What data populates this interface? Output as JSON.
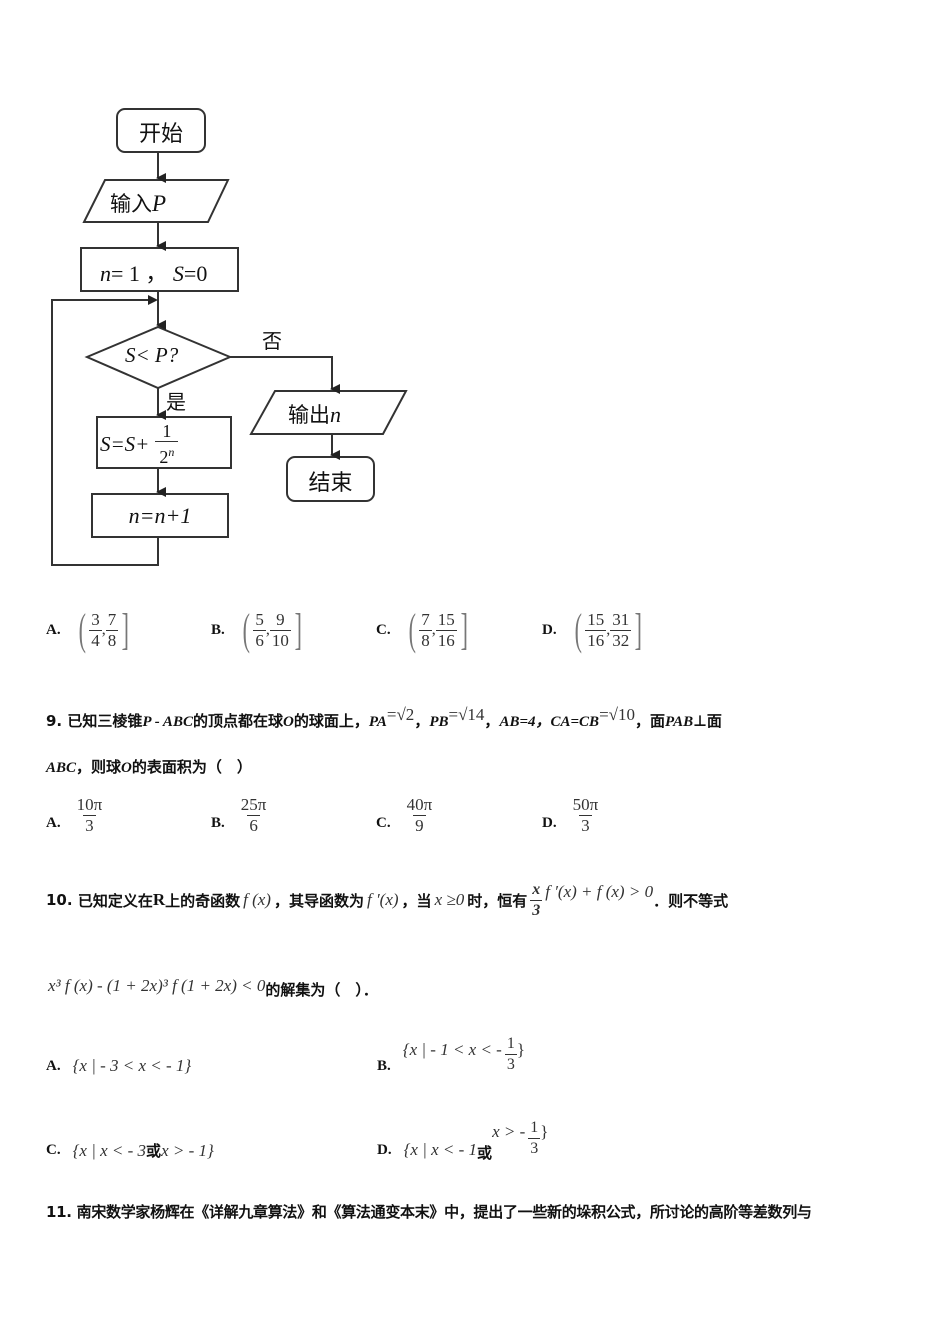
{
  "flowchart": {
    "start": "开始",
    "input": "输入",
    "input_var": "P",
    "init": "n= 1 ， S=0",
    "init_n": "n",
    "init_eq1": "= 1 ，",
    "init_s": "S",
    "init_eq2": "=0",
    "condition_s": "S<",
    "condition_p": "P?",
    "yes_label": "是",
    "no_label": "否",
    "update_s_lhs": "S=S+",
    "update_s_num": "1",
    "update_s_den": "2",
    "update_s_exp": "n",
    "update_n": "n=n+1",
    "output": "输出",
    "output_var": "n",
    "end": "结束"
  },
  "q8_options": [
    {
      "label": "A.",
      "left": {
        "num": "3",
        "den": "4"
      },
      "right": {
        "num": "7",
        "den": "8"
      }
    },
    {
      "label": "B.",
      "left": {
        "num": "5",
        "den": "6"
      },
      "right": {
        "num": "9",
        "den": "10"
      }
    },
    {
      "label": "C.",
      "left": {
        "num": "7",
        "den": "8"
      },
      "right": {
        "num": "15",
        "den": "16"
      }
    },
    {
      "label": "D.",
      "left": {
        "num": "15",
        "den": "16"
      },
      "right": {
        "num": "31",
        "den": "32"
      }
    }
  ],
  "q9": {
    "number": "9.",
    "text1": "已知三棱锥",
    "pabc": "P - ABC",
    "text2": "的顶点都在球",
    "o": "O",
    "text3": "的球面上，",
    "pa": "PA",
    "pa_val": "=√2",
    "sep1": "，",
    "pb": "PB",
    "pb_val": "=√14",
    "sep2": "，",
    "ab": "AB=4，",
    "cacb": "CA=CB",
    "cacb_val": "=√10",
    "sep3": "，",
    "text4": "面",
    "pab": "PAB",
    "perp": "⊥",
    "text5": "面",
    "line2_abc": "ABC",
    "line2_text": "，则球",
    "line2_o": "O",
    "line2_tail": "的表面积为（　）",
    "options": [
      {
        "label": "A.",
        "num": "10π",
        "den": "3"
      },
      {
        "label": "B.",
        "num": "25π",
        "den": "6"
      },
      {
        "label": "C.",
        "num": "40π",
        "den": "9"
      },
      {
        "label": "D.",
        "num": "50π",
        "den": "3"
      }
    ]
  },
  "q10": {
    "number": "10.",
    "text1": "已知定义在",
    "r": "R",
    "text2": "上的奇函数",
    "fx": "f (x)",
    "text3": "，其导函数为",
    "fpx": "f ′(x)",
    "text4": "，当",
    "cond": "x ≥0",
    "text5": "时，恒有",
    "frac_num": "x",
    "frac_den": "3",
    "expr": "f ′(x) + f (x) > 0",
    "text6": "．则不等式",
    "ineq": "x³ f (x) - (1 + 2x)³ f (1 + 2x) < 0",
    "ineq_tail": "的解集为（　）．",
    "options": [
      {
        "label": "A.",
        "text": "{x | - 3 < x < - 1}"
      },
      {
        "label": "B.",
        "text": "{x | - 1 < x < -",
        "frac_num": "1",
        "frac_den": "3",
        "tail": "}"
      },
      {
        "label": "C.",
        "text": "{x | x < - 3",
        "or": "或",
        "tail": "x > - 1}"
      },
      {
        "label": "D.",
        "text": "{x | x < - 1",
        "or": "或",
        "tail": "x > -",
        "frac_num": "1",
        "frac_den": "3",
        "end": "}"
      }
    ]
  },
  "q11": {
    "number": "11.",
    "text": "南宋数学家杨辉在《详解九章算法》和《算法通变本末》中，提出了一些新的垛积公式，所讨论的高阶等差数列与"
  }
}
